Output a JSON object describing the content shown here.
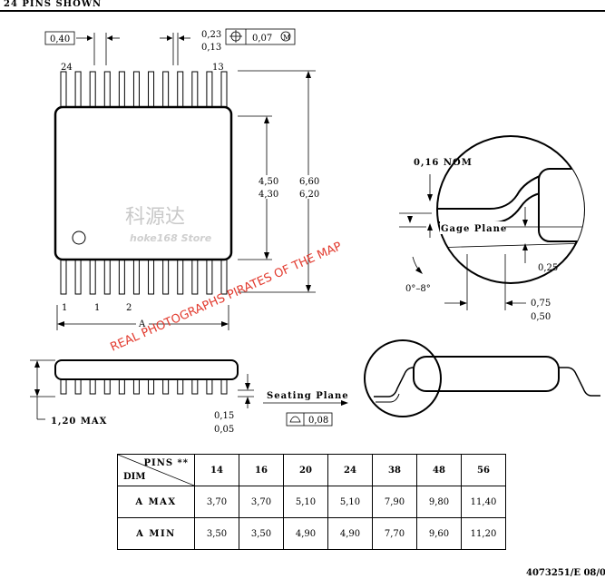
{
  "header": {
    "title": "24 PINS SHOWN"
  },
  "top_view": {
    "pin_label_top_left": "24",
    "pin_label_top_right": "13",
    "pin_label_bottom_left": "1",
    "pin_label_bottom_mid1": "1",
    "pin_label_bottom_mid2": "2",
    "pitch_dim": "0,40",
    "lead_width_max": "0,23",
    "lead_width_min": "0,13",
    "position_tolerance": "0,07",
    "body_width_max": "4,50",
    "body_width_min": "4,30",
    "overall_width_max": "6,60",
    "overall_width_min": "6,20",
    "length_label": "A"
  },
  "gage_detail": {
    "nom_label": "0,16 NOM",
    "gage_plane_label": "Gage Plane",
    "height_dim": "0,25",
    "angle_label": "0°–8°",
    "foot_max": "0,75",
    "foot_min": "0,50"
  },
  "side_view": {
    "height_label": "1,20 MAX",
    "standoff_max": "0,15",
    "standoff_min": "0,05",
    "seating_plane_label": "Seating Plane",
    "coplanarity": "0,08"
  },
  "watermarks": {
    "store_chinese": "科源达",
    "store_name": "hoke168 Store",
    "diagonal": "REAL PHOTOGRAPHS PIRATES OF THE MAP"
  },
  "dimension_table": {
    "header_pins": "PINS **",
    "header_dim": "DIM",
    "pins": [
      "14",
      "16",
      "20",
      "24",
      "38",
      "48",
      "56"
    ],
    "rows": [
      {
        "label": "A MAX",
        "values": [
          "3,70",
          "3,70",
          "5,10",
          "5,10",
          "7,90",
          "9,80",
          "11,40"
        ]
      },
      {
        "label": "A MIN",
        "values": [
          "3,50",
          "3,50",
          "4,90",
          "4,90",
          "7,70",
          "9,60",
          "11,20"
        ]
      }
    ]
  },
  "footer": {
    "doc_number": "4073251/E 08/0"
  }
}
